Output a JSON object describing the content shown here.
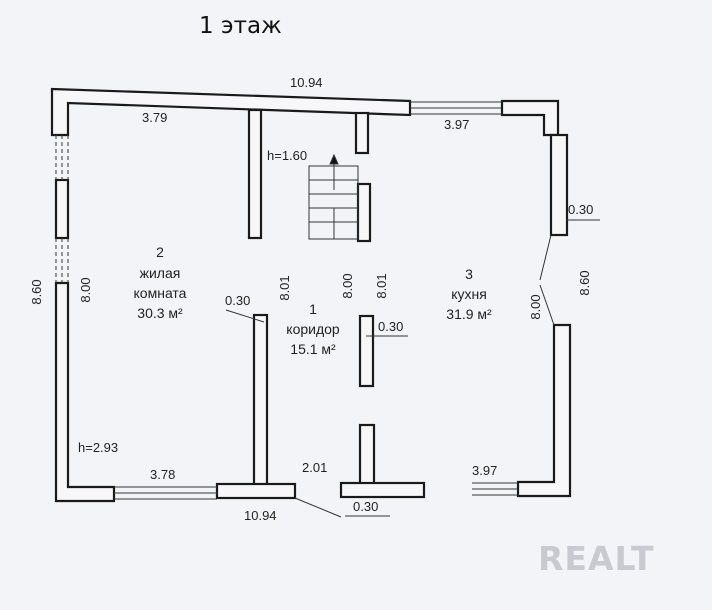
{
  "title": "1 этаж",
  "rooms": [
    {
      "number": "1",
      "name": "коридор",
      "area": "15.1 м²"
    },
    {
      "number": "2",
      "name_line1": "жилая",
      "name_line2": "комната",
      "area": "30.3 м²"
    },
    {
      "number": "3",
      "name": "кухня",
      "area": "31.9 м²"
    }
  ],
  "dimensions": {
    "top_overall": "10.94",
    "top_left_window": "3.79",
    "top_right_window": "3.97",
    "stair_height": "h=1.60",
    "right_wall_thickness": "0.30",
    "left_outer": "8.60",
    "left_inner": "8.00",
    "right_outer": "8.60",
    "right_inner": "8.00",
    "partition_left": "8.01",
    "corridor_left": "8.00",
    "corridor_right": "8.01",
    "partition_thickness": "0.30",
    "corridor_wall_thickness": "0.30",
    "ceiling_height": "h=2.93",
    "bottom_left_window": "3.78",
    "bottom_overall": "10.94",
    "bottom_door": "2.01",
    "bottom_wall_thickness": "0.30",
    "bottom_right_window": "3.97"
  },
  "watermark": "REALT"
}
